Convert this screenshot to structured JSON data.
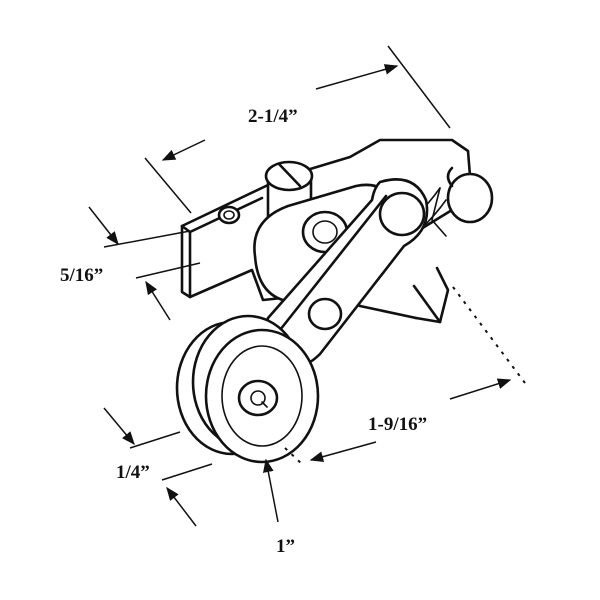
{
  "figure": {
    "subject": "sliding window roller assembly",
    "ink_color": "#111111",
    "background_color": "#ffffff"
  },
  "dimensions": {
    "overall_length": "2-1/4”",
    "bracket_height": "5/16”",
    "wheel_to_pivot": "1-9/16”",
    "wheel_width": "1/4”",
    "wheel_diameter": "1”"
  }
}
